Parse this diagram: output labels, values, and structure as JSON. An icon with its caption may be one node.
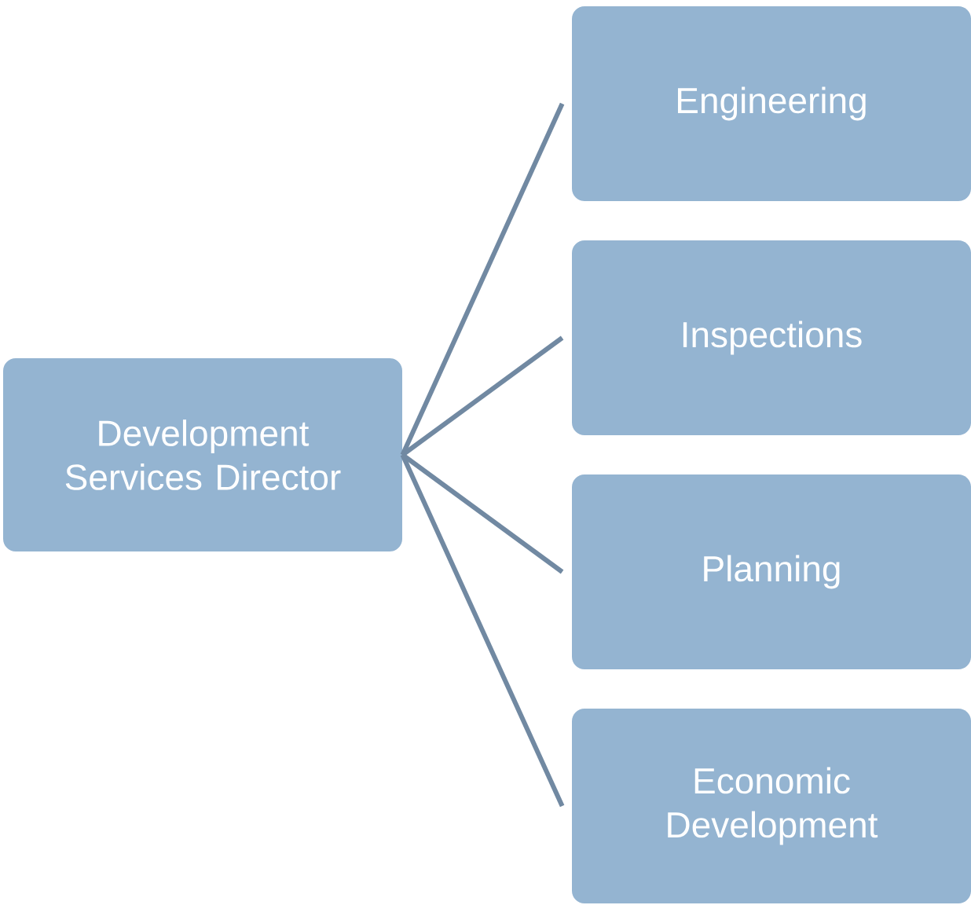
{
  "diagram": {
    "nodes": [
      {
        "text": [
          "Development Services Director"
        ]
      },
      {
        "text": [
          "Engineering"
        ]
      },
      {
        "text": [
          "Inspections"
        ]
      },
      {
        "text": [
          "Planning"
        ]
      },
      {
        "text": [
          "Economic Development"
        ]
      }
    ],
    "edges": [
      {
        "from": 0,
        "to": 1,
        "arrow": "none"
      },
      {
        "from": 0,
        "to": 2,
        "arrow": "none"
      },
      {
        "from": 0,
        "to": 3,
        "arrow": "none"
      },
      {
        "from": 0,
        "to": 4,
        "arrow": "none"
      }
    ]
  }
}
